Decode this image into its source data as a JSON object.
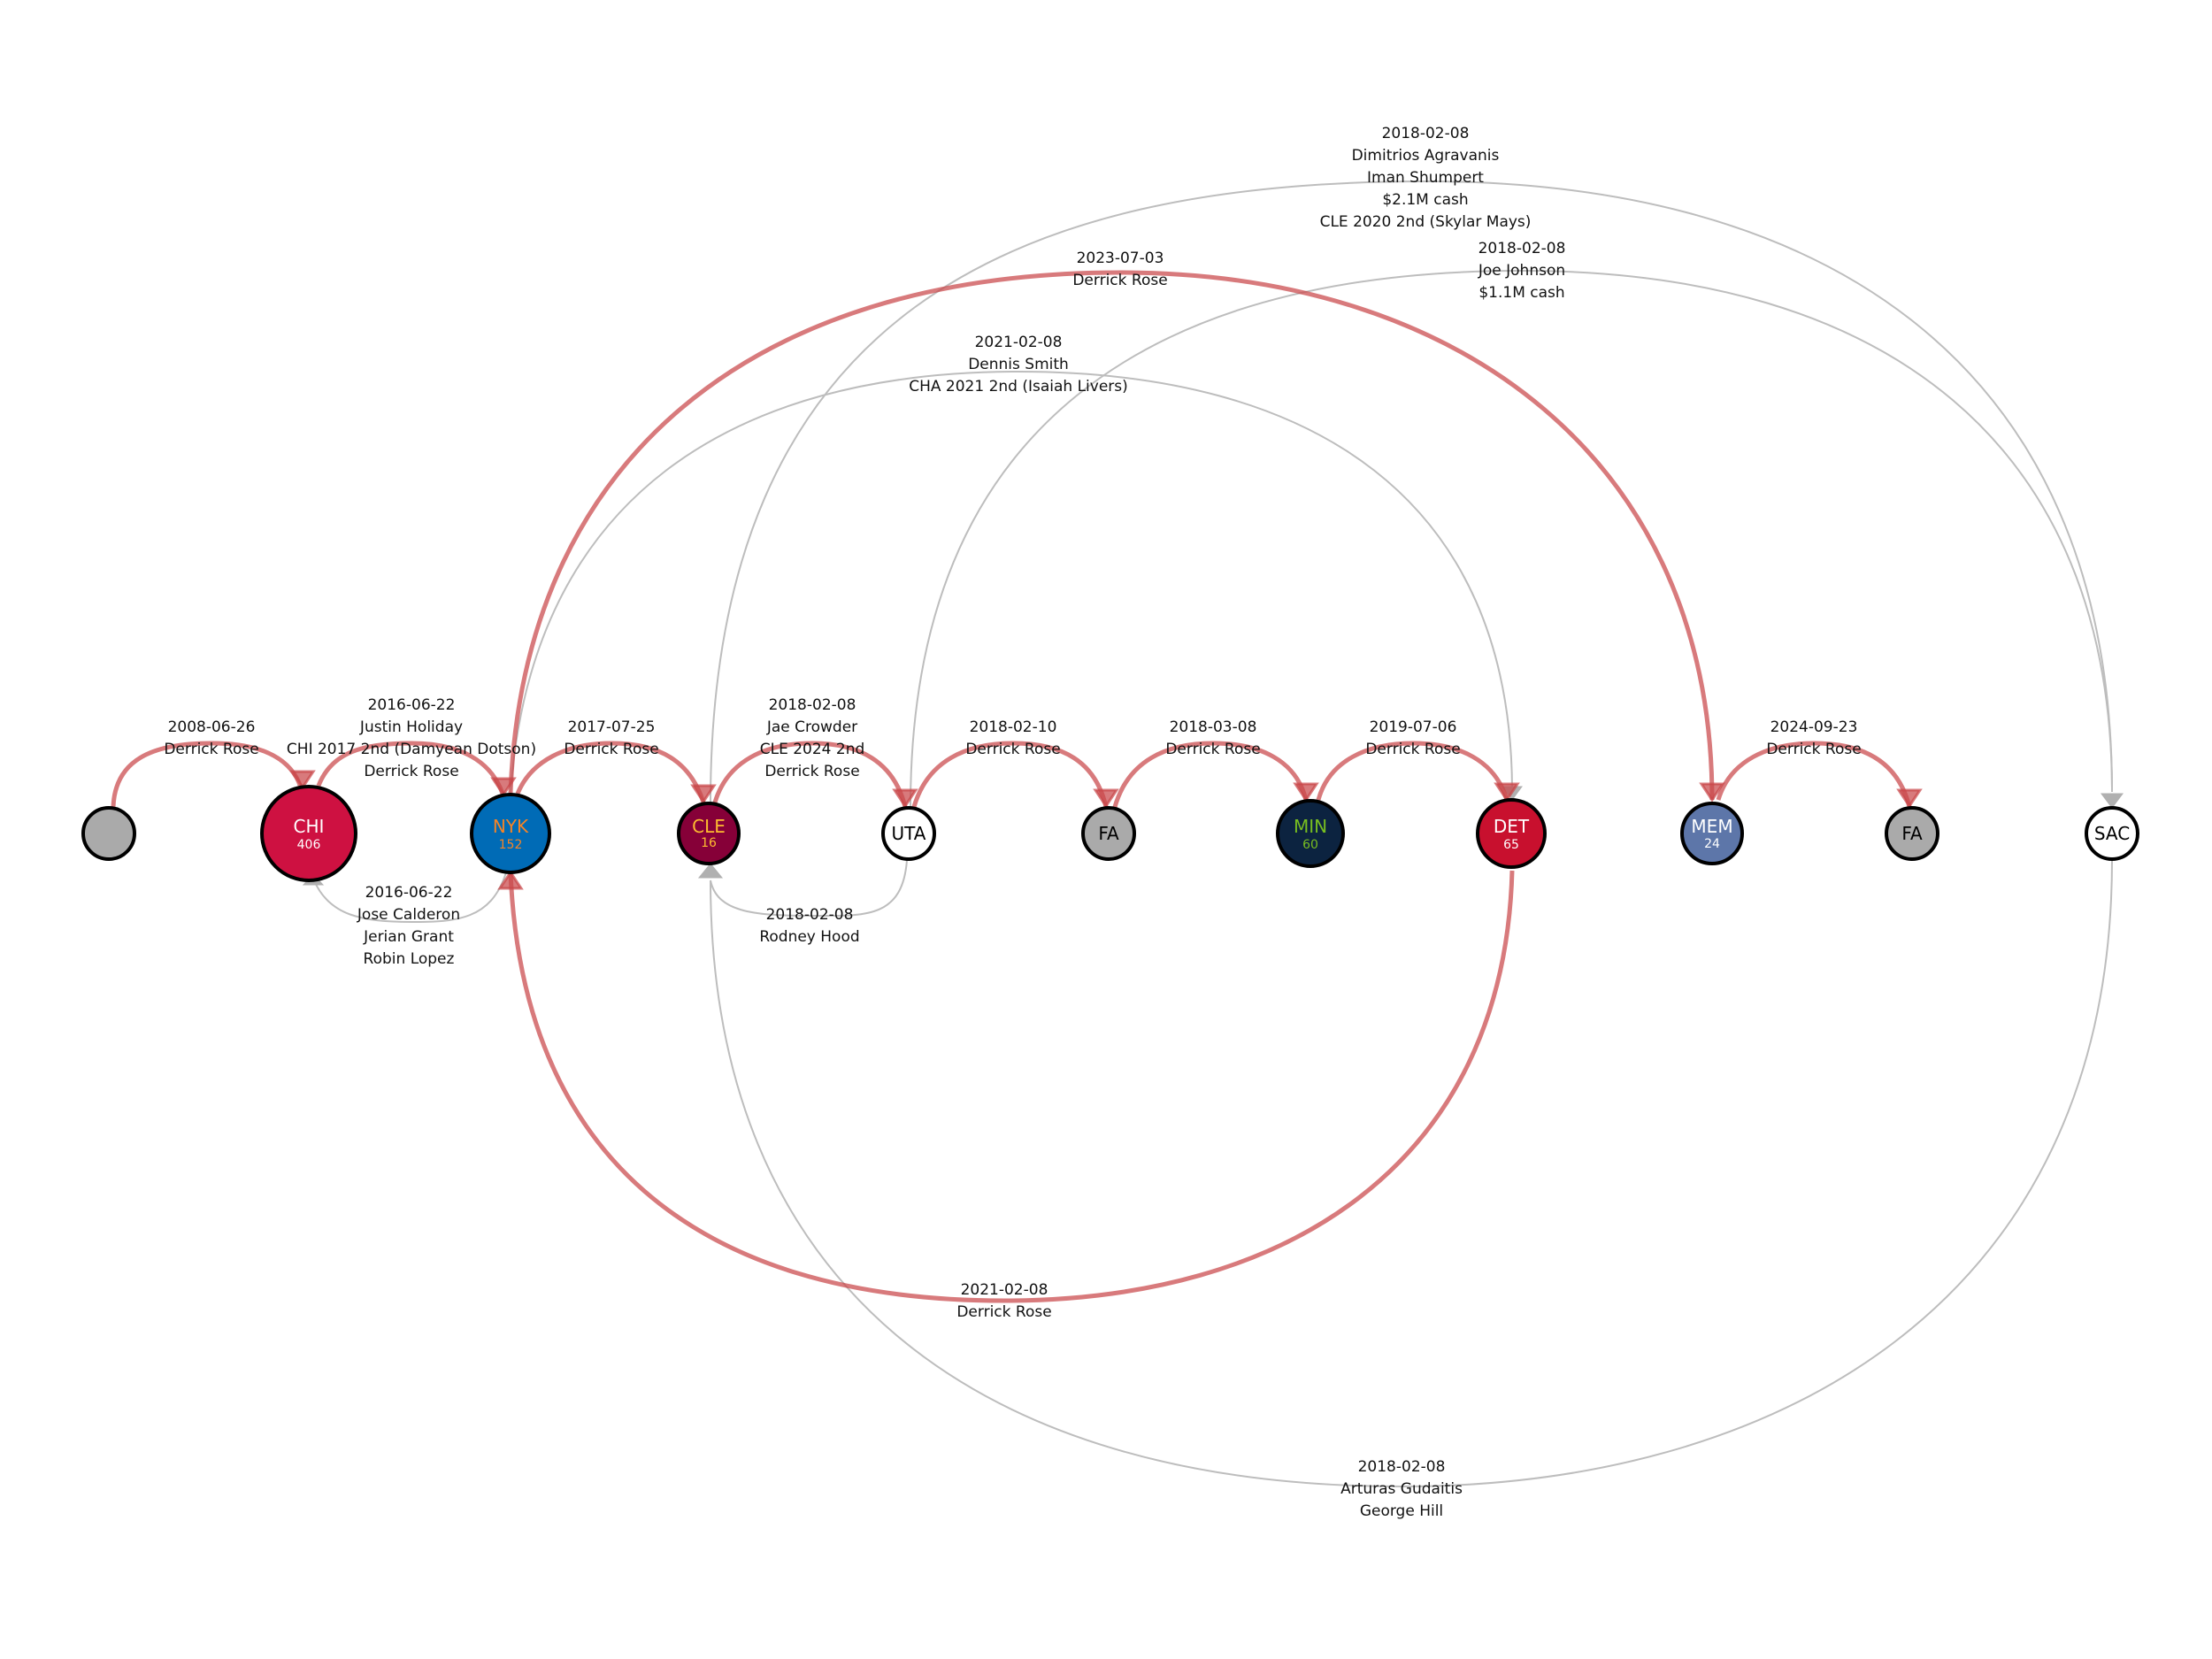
{
  "colors": {
    "red_edge": "#c9474a",
    "gray_edge": "#bdbdbd",
    "background": "#ffffff"
  },
  "nodes": [
    {
      "id": "start",
      "abbr": "",
      "count": "",
      "fill": "#aaaaaa",
      "text_color": "#000000"
    },
    {
      "id": "CHI",
      "abbr": "CHI",
      "count": "406",
      "fill": "#ce1141",
      "text_color": "#ffffff"
    },
    {
      "id": "NYK",
      "abbr": "NYK",
      "count": "152",
      "fill": "#006bb6",
      "text_color": "#f58426"
    },
    {
      "id": "CLE",
      "abbr": "CLE",
      "count": "16",
      "fill": "#860038",
      "text_color": "#fdbb30"
    },
    {
      "id": "UTA",
      "abbr": "UTA",
      "count": "",
      "fill": "#ffffff",
      "text_color": "#000000"
    },
    {
      "id": "FA1",
      "abbr": "FA",
      "count": "",
      "fill": "#aaaaaa",
      "text_color": "#000000"
    },
    {
      "id": "MIN",
      "abbr": "MIN",
      "count": "60",
      "fill": "#0c2340",
      "text_color": "#78be20"
    },
    {
      "id": "DET",
      "abbr": "DET",
      "count": "65",
      "fill": "#c8102e",
      "text_color": "#ffffff"
    },
    {
      "id": "MEM",
      "abbr": "MEM",
      "count": "24",
      "fill": "#5d76a9",
      "text_color": "#ffffff"
    },
    {
      "id": "FA2",
      "abbr": "FA",
      "count": "",
      "fill": "#aaaaaa",
      "text_color": "#000000"
    },
    {
      "id": "SAC",
      "abbr": "SAC",
      "count": "",
      "fill": "#ffffff",
      "text_color": "#000000"
    }
  ],
  "edges": [
    {
      "from": "start",
      "to": "CHI",
      "type": "player",
      "lines": [
        "2008-06-26",
        "Derrick Rose"
      ]
    },
    {
      "from": "CHI",
      "to": "NYK",
      "type": "player",
      "lines": [
        "2016-06-22",
        "Justin Holiday",
        "CHI 2017 2nd (Damyean Dotson)",
        "Derrick Rose"
      ]
    },
    {
      "from": "NYK",
      "to": "CHI",
      "type": "other",
      "lines": [
        "2016-06-22",
        "Jose Calderon",
        "Jerian Grant",
        "Robin Lopez"
      ]
    },
    {
      "from": "NYK",
      "to": "CLE",
      "type": "player",
      "lines": [
        "2017-07-25",
        "Derrick Rose"
      ]
    },
    {
      "from": "CLE",
      "to": "UTA",
      "type": "player",
      "lines": [
        "2018-02-08",
        "Jae Crowder",
        "CLE 2024 2nd",
        "Derrick Rose"
      ]
    },
    {
      "from": "UTA",
      "to": "CLE",
      "type": "other",
      "lines": [
        "2018-02-08",
        "Rodney Hood"
      ]
    },
    {
      "from": "UTA",
      "to": "FA1",
      "type": "player",
      "lines": [
        "2018-02-10",
        "Derrick Rose"
      ]
    },
    {
      "from": "FA1",
      "to": "MIN",
      "type": "player",
      "lines": [
        "2018-03-08",
        "Derrick Rose"
      ]
    },
    {
      "from": "MIN",
      "to": "DET",
      "type": "player",
      "lines": [
        "2019-07-06",
        "Derrick Rose"
      ]
    },
    {
      "from": "DET",
      "to": "NYK",
      "type": "player",
      "lines": [
        "2021-02-08",
        "Derrick Rose"
      ]
    },
    {
      "from": "NYK",
      "to": "DET",
      "type": "other",
      "lines": [
        "2021-02-08",
        "Dennis Smith",
        "CHA 2021 2nd (Isaiah Livers)"
      ]
    },
    {
      "from": "NYK",
      "to": "MEM",
      "type": "player",
      "lines": [
        "2023-07-03",
        "Derrick Rose"
      ]
    },
    {
      "from": "MEM",
      "to": "FA2",
      "type": "player",
      "lines": [
        "2024-09-23",
        "Derrick Rose"
      ]
    },
    {
      "from": "CLE",
      "to": "SAC",
      "type": "other",
      "lines": [
        "2018-02-08",
        "Dimitrios Agravanis",
        "Iman Shumpert",
        "$2.1M cash",
        "CLE 2020 2nd (Skylar Mays)"
      ]
    },
    {
      "from": "UTA",
      "to": "SAC",
      "type": "other",
      "lines": [
        "2018-02-08",
        "Joe Johnson",
        "$1.1M cash"
      ]
    },
    {
      "from": "SAC",
      "to": "CLE",
      "type": "other",
      "lines": [
        "2018-02-08",
        "Arturas Gudaitis",
        "George Hill"
      ]
    }
  ]
}
